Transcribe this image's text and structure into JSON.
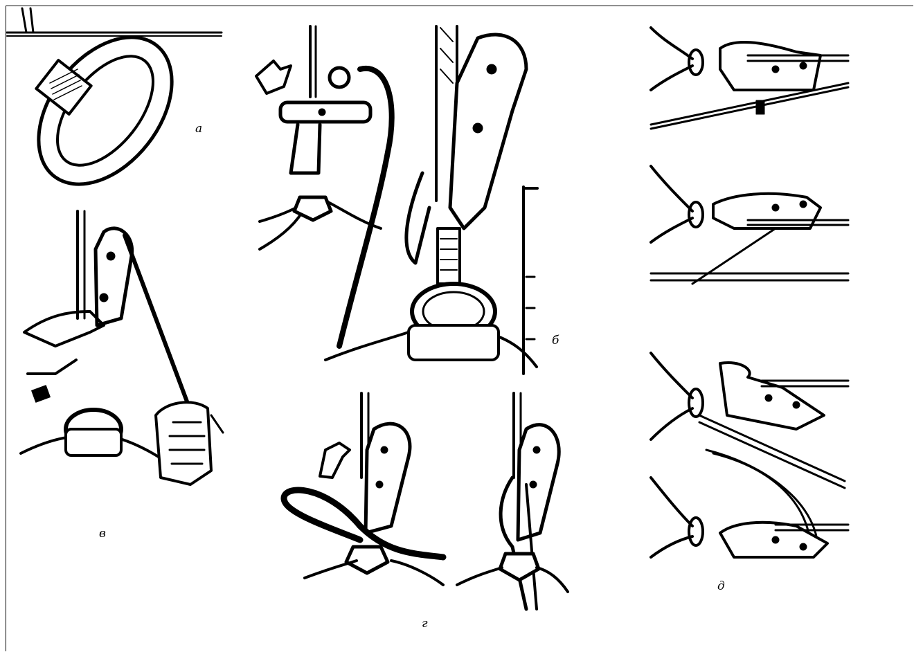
{
  "figure": {
    "labels": {
      "a": "а",
      "b": "б",
      "v": "в",
      "g": "г",
      "d": "д"
    },
    "colors": {
      "ink": "#000000",
      "paper": "#ffffff"
    }
  }
}
